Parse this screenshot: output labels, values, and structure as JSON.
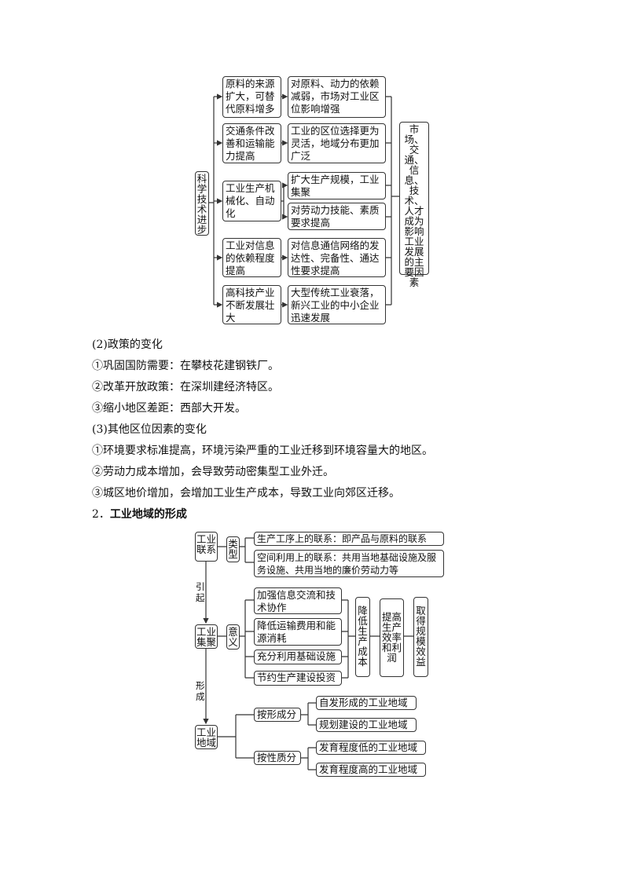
{
  "diagram1": {
    "root": "科学技术进步",
    "causes": [
      "原料的来源扩大，可替代原料增多",
      "交通条件改善和运输能力提高",
      "工业生产机械化、自动化",
      "工业对信息的依赖程度提高",
      "高科技产业不断发展壮大"
    ],
    "effects": [
      "对原料、动力的依赖减弱，市场对工业区位影响增强",
      "工业的区位选择更为灵活，地域分布更加广泛",
      "扩大生产规模，工业集聚",
      "对劳动力技能、素质要求提高",
      "对信息通信网络的发达性、完备性、通达性要求提高",
      "大型传统工业衰落，新兴工业的中小企业迅速发展"
    ],
    "result": "市场、交通、信息、技术、人才成为影响工业发展的主要因素"
  },
  "text": {
    "l1": "(2)政策的变化",
    "l2": "①巩固国防需要：在攀枝花建钢铁厂。",
    "l3": "②改革开放政策：在深圳建经济特区。",
    "l4": "③缩小地区差距：西部大开发。",
    "l5": "(3)其他区位因素的变化",
    "l6": "①环境要求标准提高，环境污染严重的工业迁移到环境容量大的地区。",
    "l7": "②劳动力成本增加，会导致劳动密集型工业外迁。",
    "l8": "③城区地价增加，会增加工业生产成本，导致工业向郊区迁移。",
    "heading_num": "2．",
    "heading": "工业地域的形成"
  },
  "diagram2": {
    "link": "工业联系",
    "type": "类型",
    "types": [
      "生产工序上的联系：即产品与原料的联系",
      "空间利用上的联系：共用当地基础设施及服务设施、共用当地的廉价劳动力等"
    ],
    "arrow1": "引起",
    "cluster": "工业集聚",
    "meaning": "意义",
    "meanings": [
      "加强信息交流和技术协作",
      "降低运输费用和能源消耗",
      "充分利用基础设施",
      "节约生产建设投资"
    ],
    "chain": [
      "降低生产成本",
      "提高生产效率和利润",
      "取得规模效益"
    ],
    "arrow2": "形成",
    "region": "工业地域",
    "by_formation": "按形成分",
    "formation": [
      "自发形成的工业地域",
      "规划建设的工业地域"
    ],
    "by_nature": "按性质分",
    "nature": [
      "发育程度低的工业地域",
      "发育程度高的工业地域"
    ]
  }
}
